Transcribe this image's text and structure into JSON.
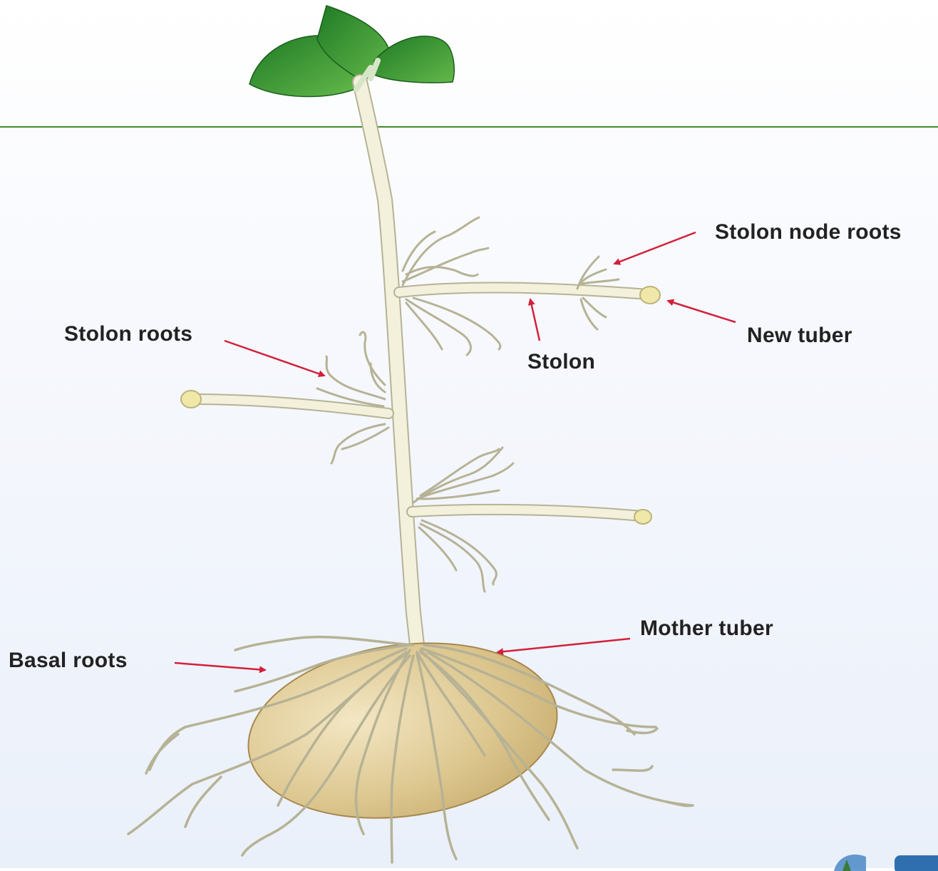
{
  "labels": {
    "stolon_node_roots": "Stolon node roots",
    "new_tuber": "New tuber",
    "stolon": "Stolon",
    "stolon_roots": "Stolon roots",
    "mother_tuber": "Mother tuber",
    "basal_roots": "Basal roots"
  },
  "colors": {
    "soil_line": "#3f8a2c",
    "arrow": "#d3203a",
    "stem": "#f3f1dc",
    "stem_outline": "#b6b295",
    "leaf": "#2f8f2f",
    "tuber": "#dcc68e"
  }
}
